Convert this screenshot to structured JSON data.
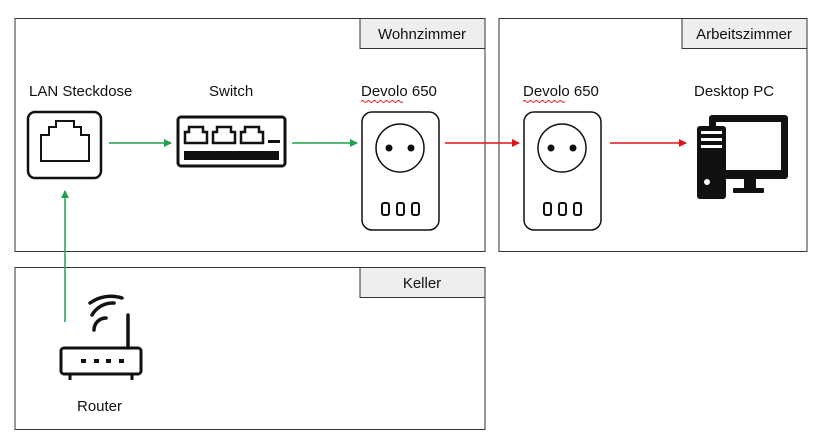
{
  "rooms": {
    "wohnzimmer": "Wohnzimmer",
    "arbeitszimmer": "Arbeitszimmer",
    "keller": "Keller"
  },
  "devices": {
    "lan_socket": "LAN Steckdose",
    "switch": "Switch",
    "devolo_1": "Devolo 650",
    "devolo_2": "Devolo 650",
    "desktop_pc": "Desktop PC",
    "router": "Router"
  },
  "colors": {
    "ethernet_link": "#1fa34a",
    "powerline_link": "#e0141e",
    "spellcheck_underline": "#e0141e",
    "label_tab": "#eeeeee"
  },
  "icons": {
    "lan_socket": "ethernet-socket-icon",
    "switch": "network-switch-icon",
    "devolo": "powerline-adapter-icon",
    "desktop_pc": "desktop-computer-icon",
    "router": "wifi-router-icon"
  }
}
